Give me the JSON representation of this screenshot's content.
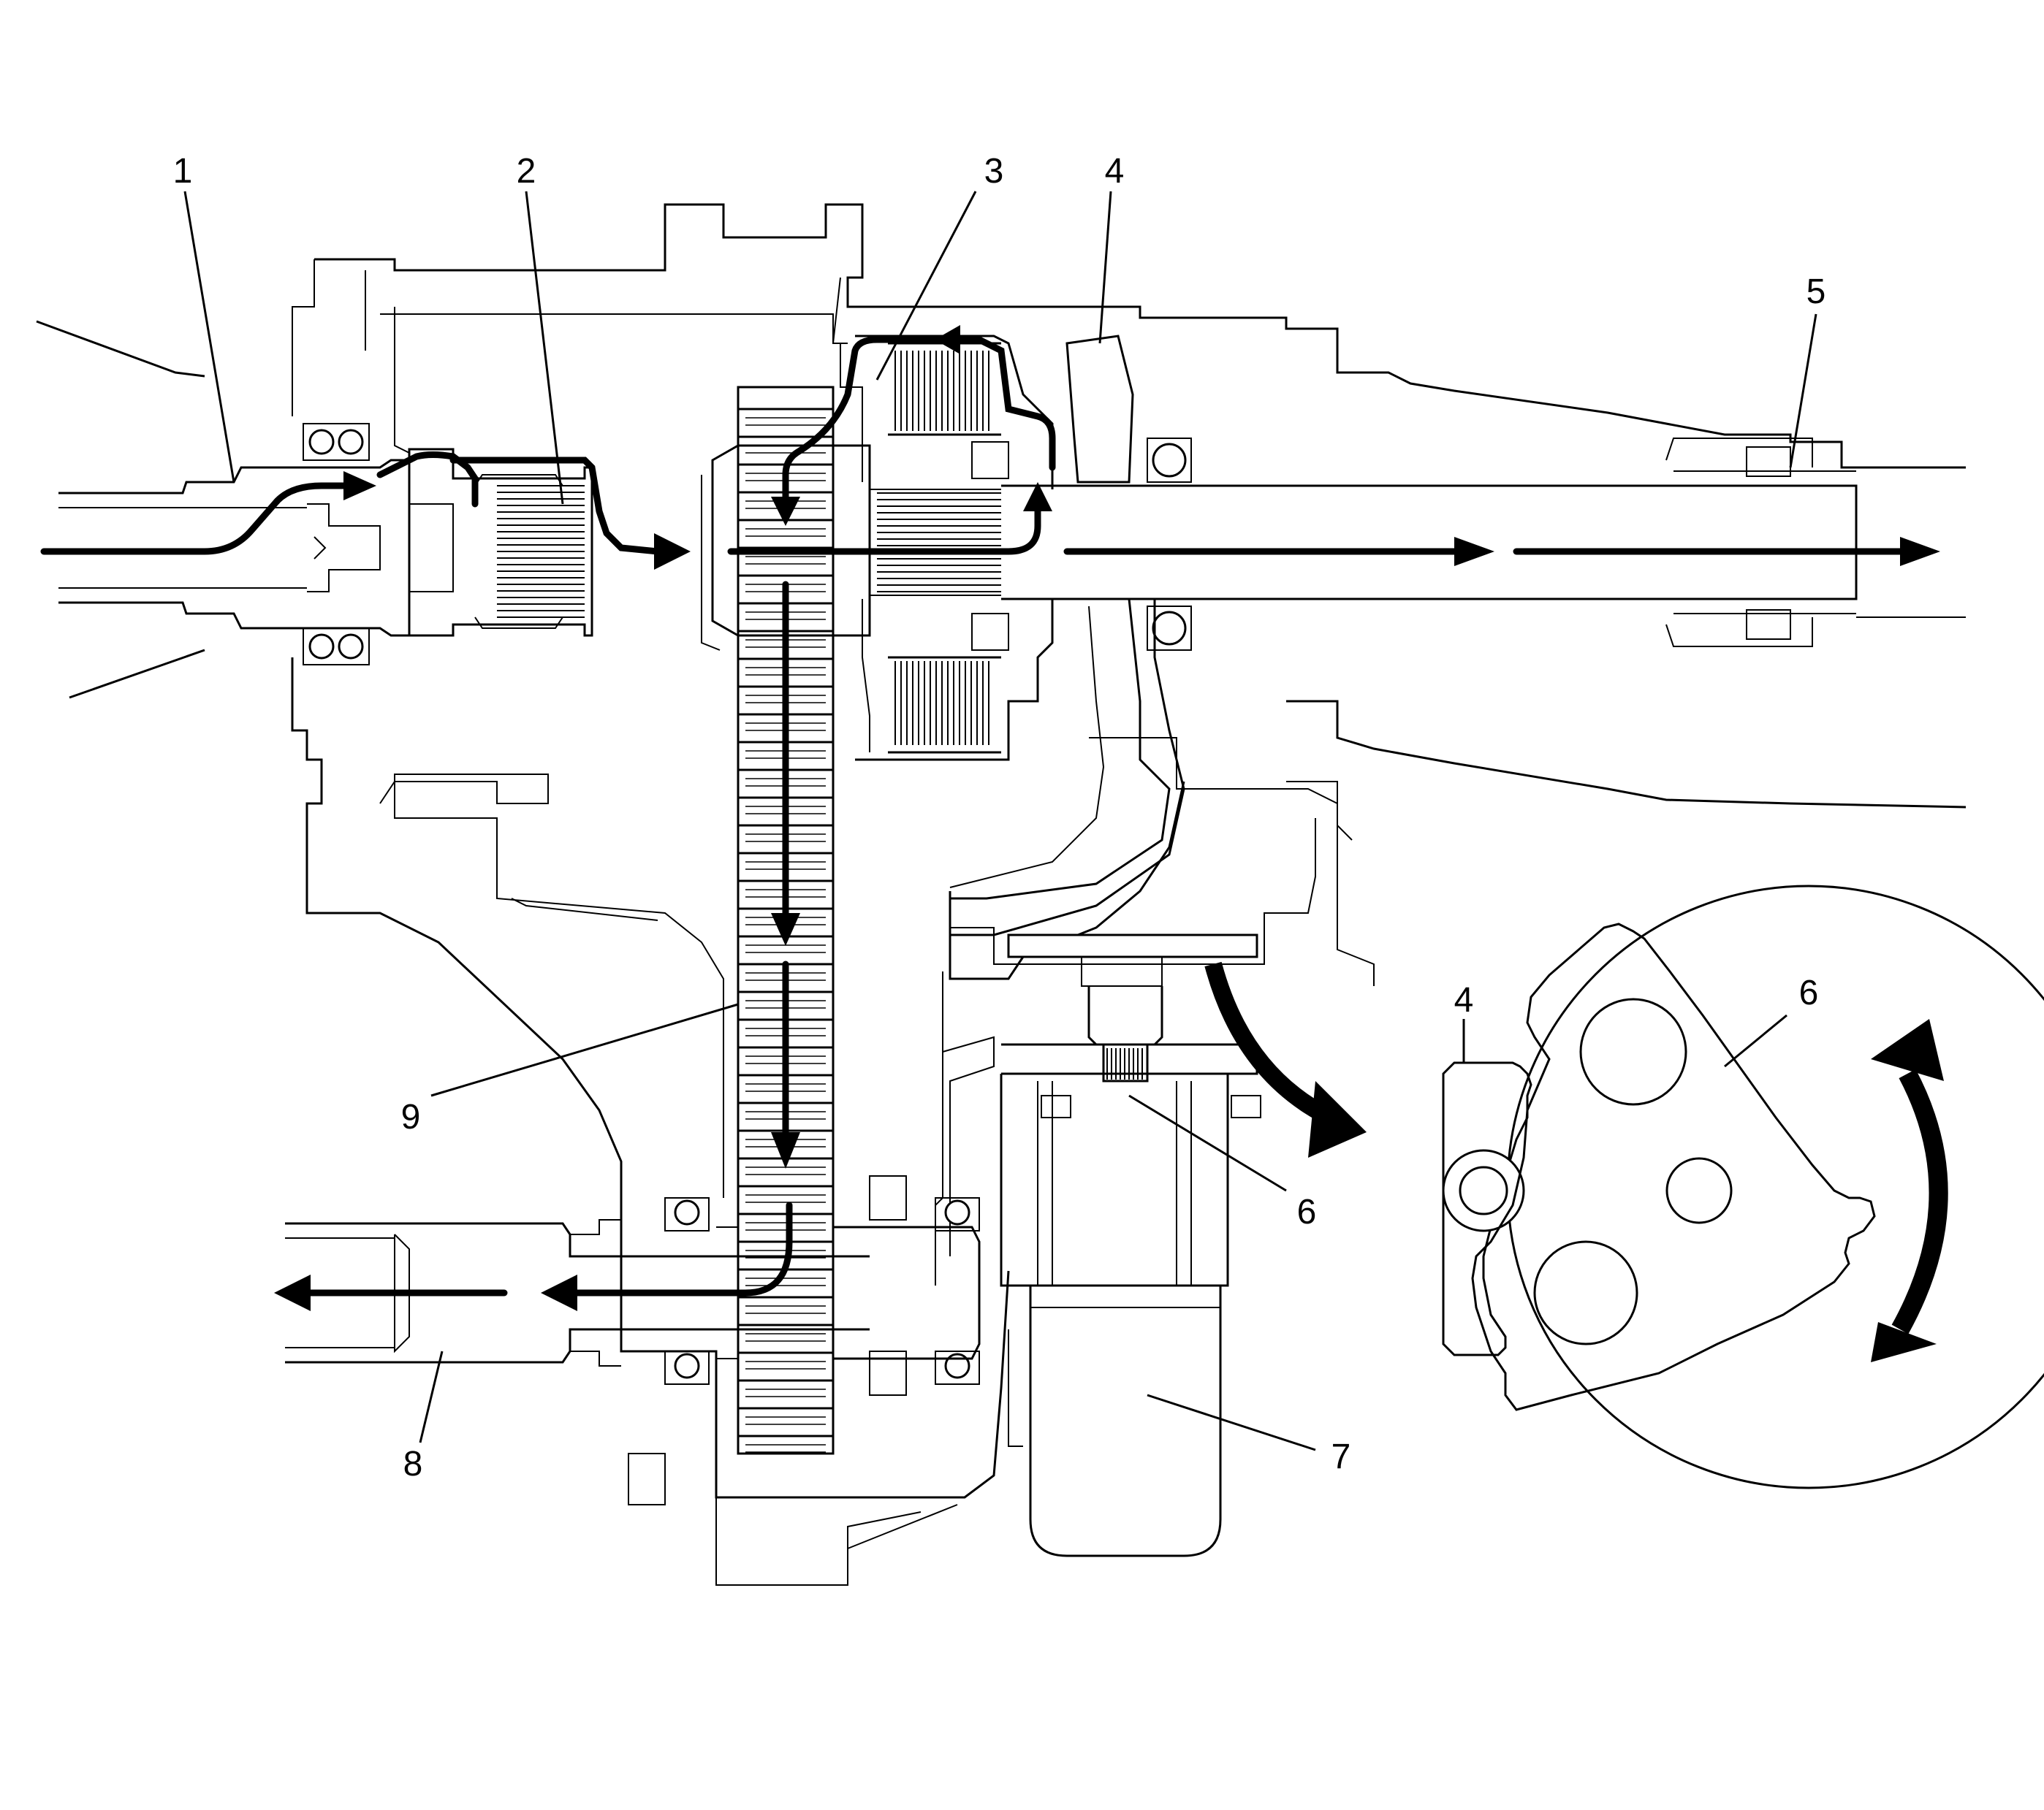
{
  "callouts": [
    {
      "id": "1",
      "text": "1"
    },
    {
      "id": "2",
      "text": "2"
    },
    {
      "id": "3",
      "text": "3"
    },
    {
      "id": "4",
      "text": "4"
    },
    {
      "id": "5",
      "text": "5"
    },
    {
      "id": "6",
      "text": "6"
    },
    {
      "id": "7",
      "text": "7"
    },
    {
      "id": "8",
      "text": "8"
    },
    {
      "id": "9",
      "text": "9"
    }
  ],
  "detail_callouts": [
    {
      "id": "4",
      "text": "4"
    },
    {
      "id": "6",
      "text": "6"
    }
  ],
  "parts": {
    "input_shaft": "1",
    "clutch_hub": "2",
    "clutch_pack": "3",
    "actuator_lever": "4",
    "rear_output_shaft": "5",
    "cam": "6",
    "motor": "7",
    "front_output_shaft": "8",
    "drive_chain": "9"
  },
  "colors": {
    "line": "#000000",
    "background": "#ffffff"
  }
}
